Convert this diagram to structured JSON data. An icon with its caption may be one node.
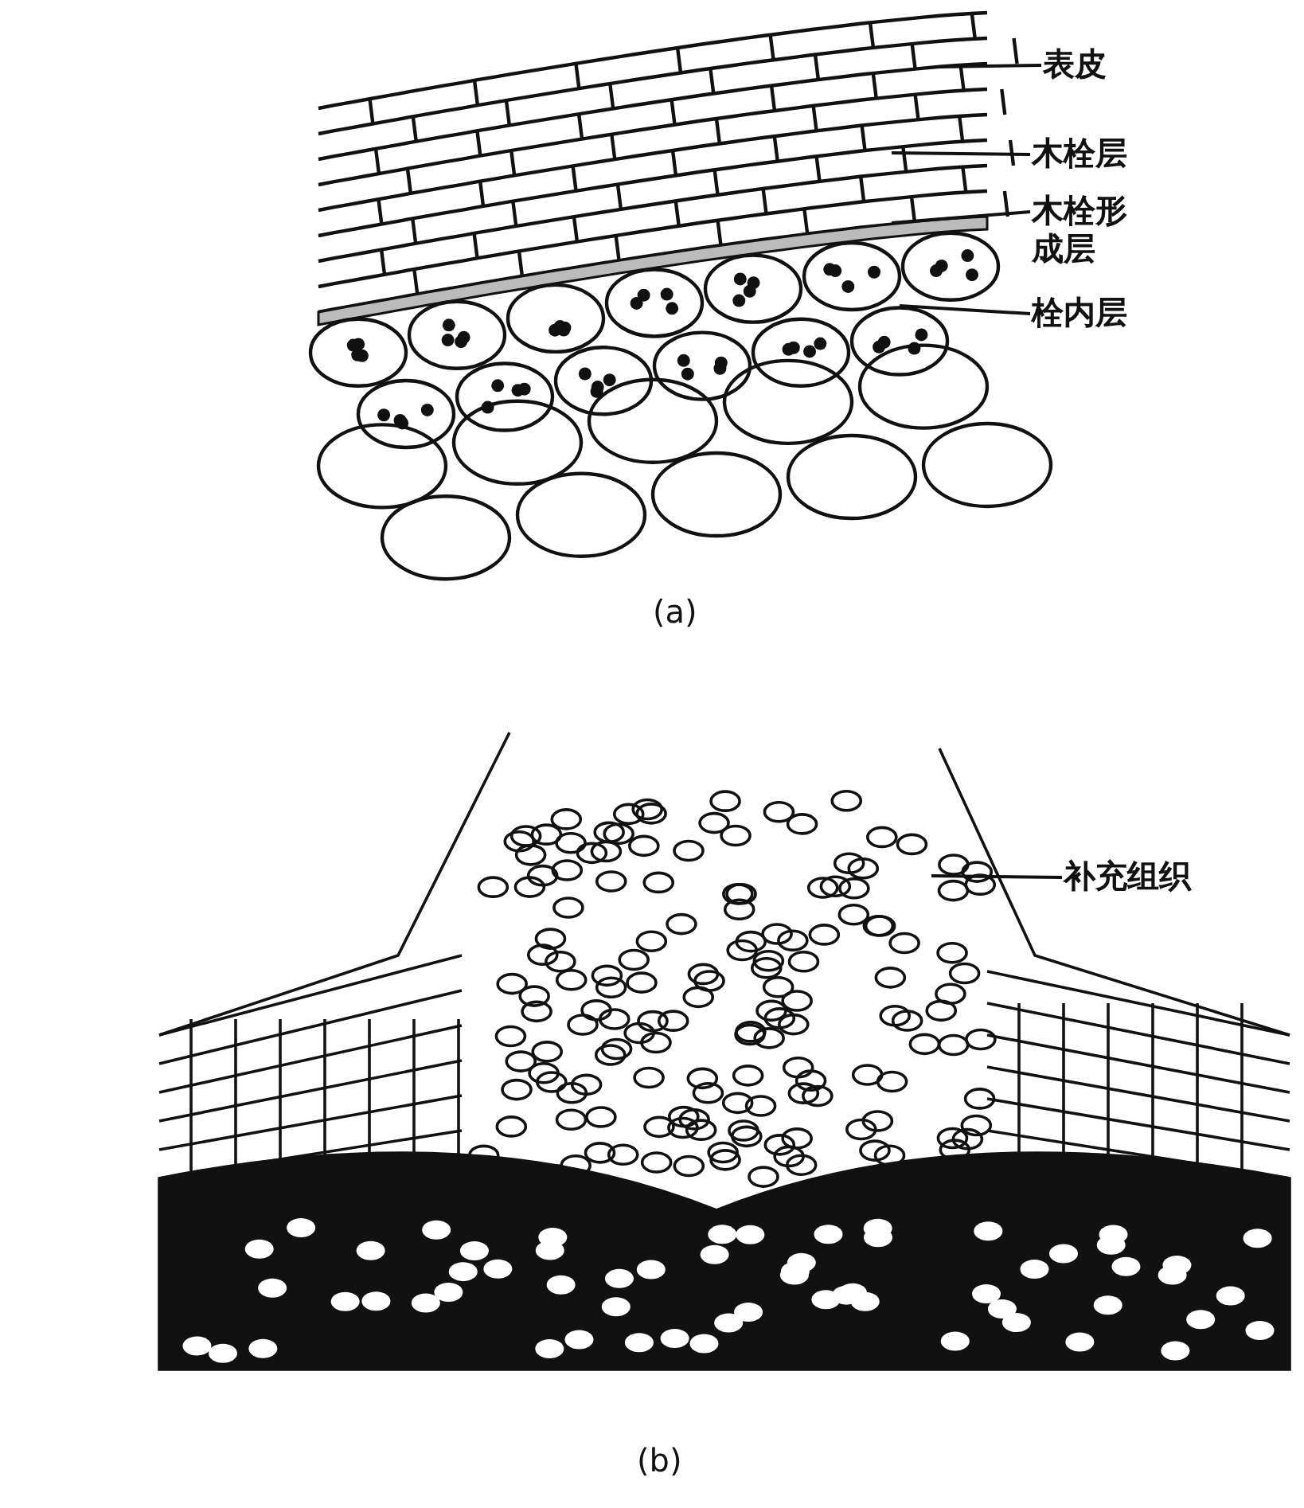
{
  "diagram": {
    "nodes": [
      {
        "text": [
          "表皮"
        ]
      },
      {
        "text": [
          "木栓层"
        ]
      },
      {
        "text": [
          "木栓形成层"
        ]
      },
      {
        "text": [
          "栓内层"
        ]
      },
      {
        "text": [
          "补充组织"
        ]
      }
    ],
    "edges": [
      {
        "from": 0,
        "to": null,
        "arrow": "none"
      },
      {
        "from": 1,
        "to": null,
        "arrow": "none"
      },
      {
        "from": 2,
        "to": null,
        "arrow": "none"
      },
      {
        "from": 3,
        "to": null,
        "arrow": "none"
      },
      {
        "from": 4,
        "to": null,
        "arrow": "none"
      }
    ],
    "labels": [
      "(a)",
      "(b)"
    ]
  }
}
